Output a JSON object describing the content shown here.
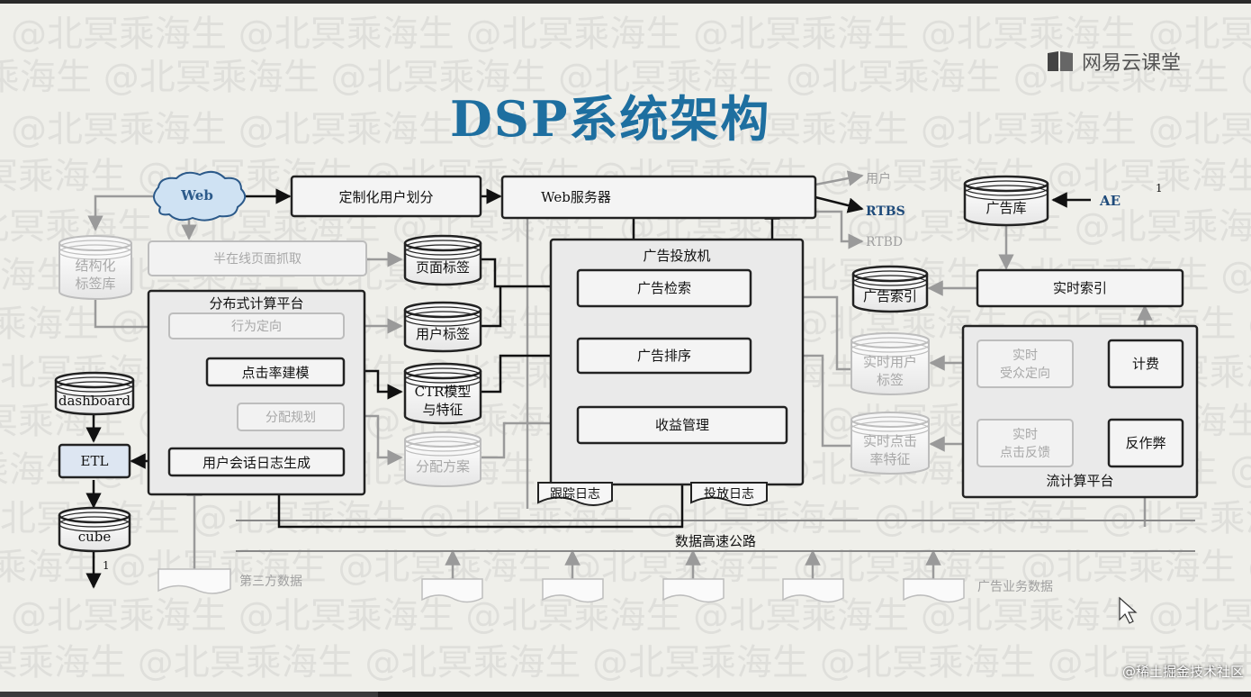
{
  "title": "DSP系统架构",
  "brand": "网易云课堂",
  "credit": "@稀土掘金技术社区",
  "watermark": "@北冥乘海生",
  "nodes": {
    "web": "Web",
    "custom_division": "定制化用户划分",
    "web_server": "Web服务器",
    "user_label": "用户",
    "rtbs": "RTBS",
    "rtbd": "RTBD",
    "ad_db": "广告库",
    "ae": "AE",
    "ae_num": "1",
    "structured_db_1": "结构化",
    "structured_db_2": "标签库",
    "semi_online": "半在线页面抓取",
    "page_tag": "页面标签",
    "dist_platform": "分布式计算平台",
    "behavior": "行为定向",
    "ctr_model": "点击率建模",
    "allocation_plan": "分配规划",
    "session_log": "用户会话日志生成",
    "user_tag": "用户标签",
    "ctr_db_1": "CTR模型",
    "ctr_db_2": "与特征",
    "alloc_db": "分配方案",
    "ad_server": "广告投放机",
    "ad_retrieval": "广告检索",
    "ad_rank": "广告排序",
    "revenue": "收益管理",
    "ad_index": "广告索引",
    "realtime_index": "实时索引",
    "rt_user_tag_1": "实时用户",
    "rt_user_tag_2": "标签",
    "rt_click_1": "实时点击",
    "rt_click_2": "率特征",
    "stream_platform": "流计算平台",
    "rt_audience_1": "实时",
    "rt_audience_2": "受众定向",
    "rt_feedback_1": "实时",
    "rt_feedback_2": "点击反馈",
    "billing": "计费",
    "anti_fraud": "反作弊",
    "dashboard": "dashboard",
    "etl": "ETL",
    "cube": "cube",
    "cube_num": "1",
    "track_log": "跟踪日志",
    "delivery_log": "投放日志",
    "data_highway": "数据高速公路",
    "third_party": "第三方数据",
    "ad_business": "广告业务数据"
  }
}
